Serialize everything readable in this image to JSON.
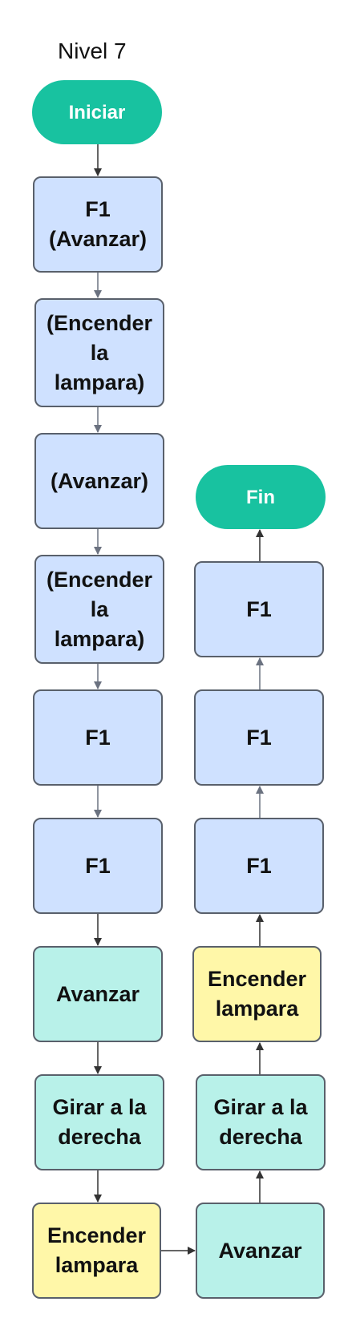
{
  "title": "Nivel 7",
  "colors": {
    "terminal": "#18c2a0",
    "action_blue": "#cfe1ff",
    "action_teal": "#b8f1e9",
    "action_yellow": "#fff7a8",
    "border": "#59606b",
    "arrow_dark": "#333333",
    "arrow_gray": "#6b7280"
  },
  "nodes": {
    "start": "Iniciar",
    "n1": "F1\n(Avanzar)",
    "n2": "(Encender\nla\nlampara)",
    "n3": "(Avanzar)",
    "n4": "(Encender\nla\nlampara)",
    "n5": "F1",
    "n6": "F1",
    "n7": "Avanzar",
    "n8": "Girar a la\nderecha",
    "n9": "Encender\nlampara",
    "r1": "Avanzar",
    "r2": "Girar a la\nderecha",
    "r3": "Encender\nlampara",
    "r4": "F1",
    "r5": "F1",
    "r6": "F1",
    "end": "Fin"
  }
}
